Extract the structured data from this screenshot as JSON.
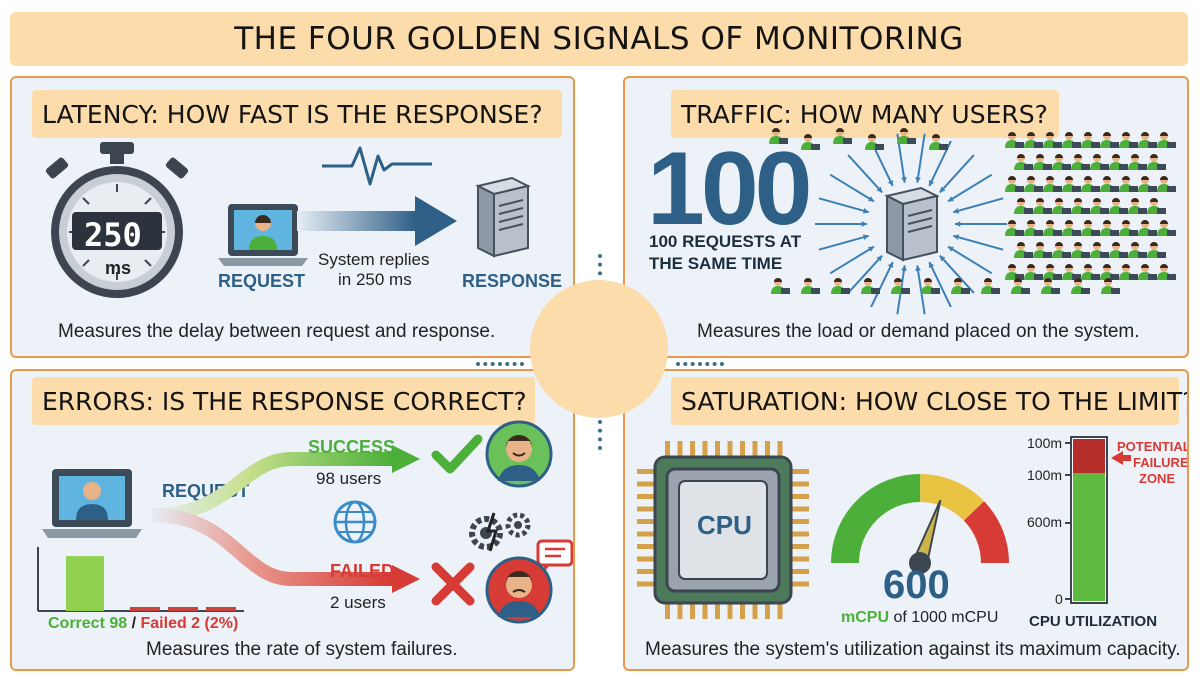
{
  "title": "THE FOUR GOLDEN SIGNALS OF MONITORING",
  "latency": {
    "heading": "LATENCY:  HOW FAST IS THE RESPONSE?",
    "timer_value": "250",
    "timer_unit": "ms",
    "request_label": "REQUEST",
    "reply_text_1": "System replies",
    "reply_text_2": "in 250 ms",
    "response_label": "RESPONSE",
    "caption": "Measures the delay between request and response."
  },
  "traffic": {
    "heading": "TRAFFIC: HOW MANY USERS?",
    "big_number": "100",
    "requests_line_1": "100 REQUESTS AT",
    "requests_line_2": "THE SAME TIME",
    "caption": "Measures the load or demand placed on the system."
  },
  "errors": {
    "heading": "ERRORS: IS THE RESPONSE CORRECT?",
    "request_label": "REQUEST",
    "success_label": "SUCCESS",
    "success_users": "98 users",
    "failed_label": "FAILED",
    "failed_users": "2 users",
    "correct_text": "Correct 98",
    "separator": " / ",
    "failed_text": "Failed 2 (2%)",
    "correct_count": 98,
    "failed_count": 2,
    "caption": "Measures the rate of system failures."
  },
  "saturation": {
    "heading": "SATURATION: HOW CLOSE TO THE LIMIT?",
    "cpu_label": "CPU",
    "gauge_value": "600",
    "gauge_unit_bold": "mCPU",
    "gauge_unit_rest": " of 1000 mCPU",
    "gauge_fraction": 0.6,
    "bar_ticks": [
      "100m",
      "100m",
      "600m",
      "0"
    ],
    "potential_1": "POTENTIAL",
    "potential_2": "FAILURE",
    "potential_3": "ZONE",
    "bar_title": "CPU UTILIZATION",
    "caption": "Measures the system's utilization against its maximum capacity."
  },
  "colors": {
    "accent_orange": "#e89a4a",
    "heading_fill": "#fcdcaa",
    "blue_text": "#2e5f86",
    "success_green": "#4caf3a",
    "failure_red": "#d63b35"
  }
}
